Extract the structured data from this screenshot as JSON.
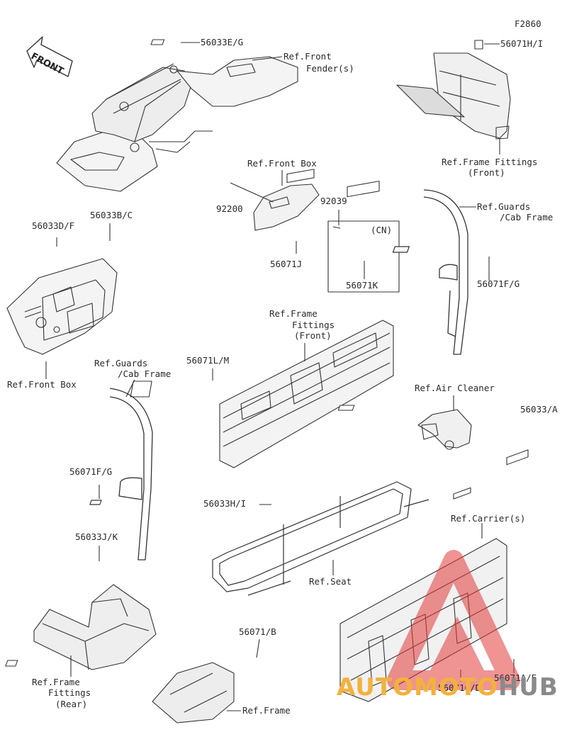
{
  "diagram_code": "F2860",
  "front_arrow": "FRONT",
  "labels": {
    "l_56033EG": "56033E/G",
    "l_ref_front_fender_1": "Ref.Front",
    "l_ref_front_fender_2": "Fender(s)",
    "l_56071HI": "56071H/I",
    "l_ref_frame_fittings_front_a1": "Ref.Frame Fittings",
    "l_ref_frame_fittings_front_a2": "(Front)",
    "l_ref_front_box_top": "Ref.Front Box",
    "l_92200": "92200",
    "l_92039": "92039",
    "l_cn": "(CN)",
    "l_56071J": "56071J",
    "l_56071K": "56071K",
    "l_56033DF": "56033D/F",
    "l_56033BC": "56033B/C",
    "l_ref_front_box_left": "Ref.Front Box",
    "l_ref_guards_right_1": "Ref.Guards",
    "l_ref_guards_right_2": "/Cab Frame",
    "l_56071FG_right": "56071F/G",
    "l_ref_frame_fittings_front_b1": "Ref.Frame",
    "l_ref_frame_fittings_front_b2": "Fittings",
    "l_ref_frame_fittings_front_b3": "(Front)",
    "l_56071LM": "56071L/M",
    "l_ref_guards_left_1": "Ref.Guards",
    "l_ref_guards_left_2": "/Cab Frame",
    "l_ref_air_cleaner": "Ref.Air Cleaner",
    "l_56033A": "56033/A",
    "l_56071FG_left": "56071F/G",
    "l_56033HI": "56033H/I",
    "l_ref_carriers": "Ref.Carrier(s)",
    "l_56033JK": "56033J/K",
    "l_ref_seat": "Ref.Seat",
    "l_ref_frame_fittings_rear_1": "Ref.Frame",
    "l_ref_frame_fittings_rear_2": "Fittings",
    "l_ref_frame_fittings_rear_3": "(Rear)",
    "l_56071B": "56071/B",
    "l_ref_frame": "Ref.Frame",
    "l_56071CD": "56071C/D",
    "l_56071AE": "56071A/E"
  },
  "watermark": {
    "part1": "AUTO",
    "part2": "MOTO",
    "part3": "HUB",
    "color_primary": "#f2b23c",
    "color_secondary": "#8a8a8a",
    "logo_color": "#e23b3b"
  }
}
